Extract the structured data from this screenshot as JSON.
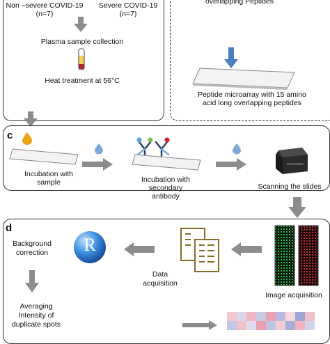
{
  "panel_top_left": {
    "group_non_severe": "Non –severe COVID-19",
    "group_non_severe_n": "(n=7)",
    "group_severe": "Severe COVID-19",
    "group_severe_n": "(n=7)",
    "step_plasma": "Plasma sample collection",
    "step_heat": "Heat treatment at 56°C"
  },
  "panel_top_right": {
    "header": "overlapping Peptides",
    "caption_line1": "Peptide microarray with 15  amino",
    "caption_line2": "acid long overlapping peptides"
  },
  "panel_c": {
    "label": "c",
    "incubation_sample_line1": "Incubation with",
    "incubation_sample_line2": "sample",
    "incubation_secondary_line1": "Incubation with",
    "incubation_secondary_line2": "secondary",
    "incubation_secondary_line3": "antibody",
    "scanning": "Scanning the slides"
  },
  "panel_d": {
    "label": "d",
    "background_line1": "Background",
    "background_line2": "correction",
    "r_logo_letter": "R",
    "data_acq_line1": "Data",
    "data_acq_line2": "acquisition",
    "image_acquisition": "Image acquisition",
    "averaging_line1": "Averaging",
    "averaging_line2": "Intensity of",
    "averaging_line3": "duplicate spots"
  },
  "colors": {
    "arrow_gray": "#8c8c8c",
    "arrow_blue": "#4a7fc1",
    "drop_yellow": "#e8a317",
    "drop_blue": "#7fa9d6",
    "scan_green": "#2bb24c",
    "scan_red": "#c0303a"
  },
  "icons": [
    "tube-icon",
    "slide-icon",
    "drop-icon",
    "antibody-icon",
    "scanner-icon",
    "r-logo-icon",
    "document-icon",
    "scan-image-icon",
    "heatmap-icon",
    "arrow-icon"
  ]
}
